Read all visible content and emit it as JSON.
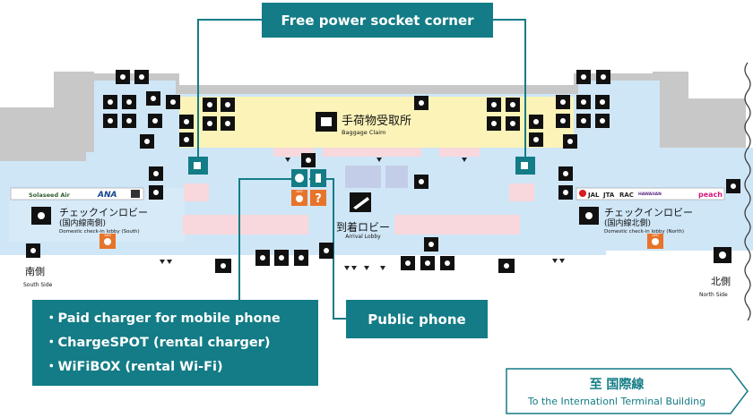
{
  "callouts": {
    "power_socket": "Free power socket corner",
    "public_phone": "Public phone",
    "chargers": [
      "・Paid charger for mobile phone",
      "・ChargeSPOT (rental charger)",
      "・WiFiBOX (rental Wi-Fi)"
    ]
  },
  "areas": {
    "baggage_claim_ja": "手荷物受取所",
    "baggage_claim_en": "Baggage Claim",
    "arrival_lobby_ja": "到着ロビー",
    "arrival_lobby_en": "Arrival Lobby",
    "checkin_south_ja": "チェックインロビー",
    "checkin_south_ja_sub": "(国内線南側)",
    "checkin_south_en": "Domestic check-in lobby (South)",
    "checkin_north_ja": "チェックインロビー",
    "checkin_north_ja_sub": "(国内線北側)",
    "checkin_north_en": "Domestic check-in lobby (North)",
    "south_side_ja": "南側",
    "south_side_en": "South Side",
    "north_side_ja": "北側",
    "north_side_en": "North Side"
  },
  "airlines": {
    "south": [
      "Solaseed Air",
      "ANA"
    ],
    "north": [
      "JAL",
      "JTA",
      "RAC",
      "HAWAIIAN",
      "peach"
    ]
  },
  "aed_label": "AED",
  "destination": {
    "ja": "至 国際線",
    "en": "To the Internationl Terminal Building"
  },
  "colors": {
    "teal": "#137c86",
    "floor_blue": "#cfe6f7",
    "baggage_yellow": "#fbf3b8",
    "wall_gray": "#c8c8c8",
    "counter_pink": "#f8d8dc",
    "aed_orange": "#e8732a"
  },
  "icons": [
    "elevator-icon",
    "escalator-icon",
    "restroom-icon",
    "accessible-restroom-icon",
    "baby-care-icon",
    "power-socket-icon",
    "charger-icon",
    "public-phone-icon",
    "info-icon",
    "aed-icon",
    "smoking-icon",
    "locker-icon",
    "luggage-icon",
    "bicycle-icon",
    "airplane-arrival-icon",
    "atm-icon",
    "vending-icon",
    "trash-icon"
  ]
}
